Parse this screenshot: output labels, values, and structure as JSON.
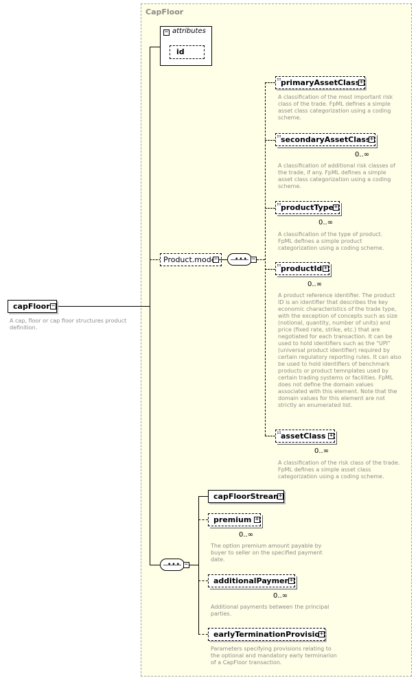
{
  "type_name": "CapFloor",
  "root": {
    "name": "capFloor",
    "doc": "A cap, floor or cap floor structures product definition."
  },
  "attributes": {
    "label": "attributes",
    "items": [
      "id"
    ]
  },
  "group": {
    "name": "Product.model"
  },
  "product_elements": [
    {
      "name": "primaryAssetClass",
      "occurs": "",
      "doc": "A classification of the most important risk class of the trade. FpML defines a simple asset class categorization using a coding scheme."
    },
    {
      "name": "secondaryAssetClass",
      "occurs": "0..∞",
      "doc": "A classification of additional risk classes of the trade, if any. FpML defines a simple asset class categorization using a coding scheme."
    },
    {
      "name": "productType",
      "occurs": "0..∞",
      "doc": "A classification of the type of product. FpML defines a simple product categorization using a coding scheme."
    },
    {
      "name": "productId",
      "occurs": "0..∞",
      "doc": "A product reference identifier. The product ID is an identifier that describes the key economic characteristics of the trade type, with the exception of concepts such as size (notional, quantity, number of units) and price (fixed rate, strike, etc.) that are negotiated for each transaction. It can be used to hold identifiers such as the \"UPI\" (universal product identifier) required by certain regulatory reporting rules. It can also be used to hold identifiers of benchmark products or product temnplates used by certain trading systems or facilities. FpML does not define the domain values associated with this element. Note that the domain values for this element are not strictly an enumerated list."
    },
    {
      "name": "assetClass",
      "occurs": "0..∞",
      "doc": "A classification of the risk class of the trade. FpML defines a simple asset class categorization using a coding scheme."
    }
  ],
  "main_elements": [
    {
      "name": "capFloorStream",
      "occurs": "",
      "doc": ""
    },
    {
      "name": "premium",
      "occurs": "0..∞",
      "doc": "The option premium amount payable by buyer to seller on the specified payment date."
    },
    {
      "name": "additionalPayment",
      "occurs": "0..∞",
      "doc": "Additional payments between the principal parties."
    },
    {
      "name": "earlyTerminationProvision",
      "occurs": "",
      "doc": "Parameters specifying provisions relating to the optional and mandatory early terminarion of a CapFloor transaction."
    }
  ],
  "icons": {
    "expand": "plus-box-icon",
    "collapse": "minus-box-icon",
    "sequence": "sequence-compositor-icon"
  }
}
